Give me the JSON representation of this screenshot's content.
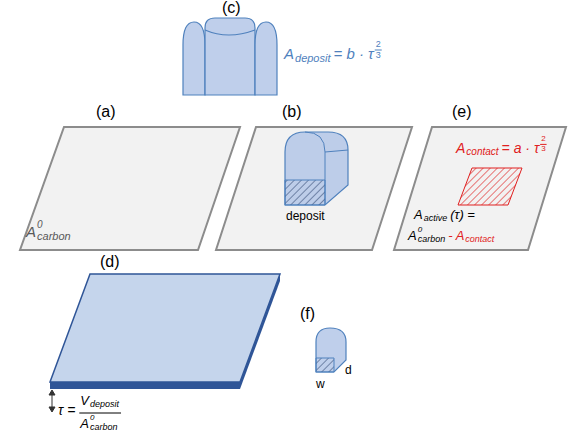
{
  "diagram": {
    "labels": [
      "(c)",
      "A",
      "deposit",
      "= b · τ",
      "2",
      "3",
      "(a)",
      "(b)",
      "(e)",
      "A",
      "0",
      "carbon",
      "deposit",
      "A",
      "contact",
      "= a · τ",
      "2",
      "3",
      "A",
      "active",
      "(τ) =",
      "A",
      "0",
      "carbon",
      "- A",
      "contact",
      "(d)",
      "τ =",
      "V",
      "deposit",
      "A",
      "0",
      "carbon",
      "(f)",
      "w",
      "d"
    ]
  }
}
